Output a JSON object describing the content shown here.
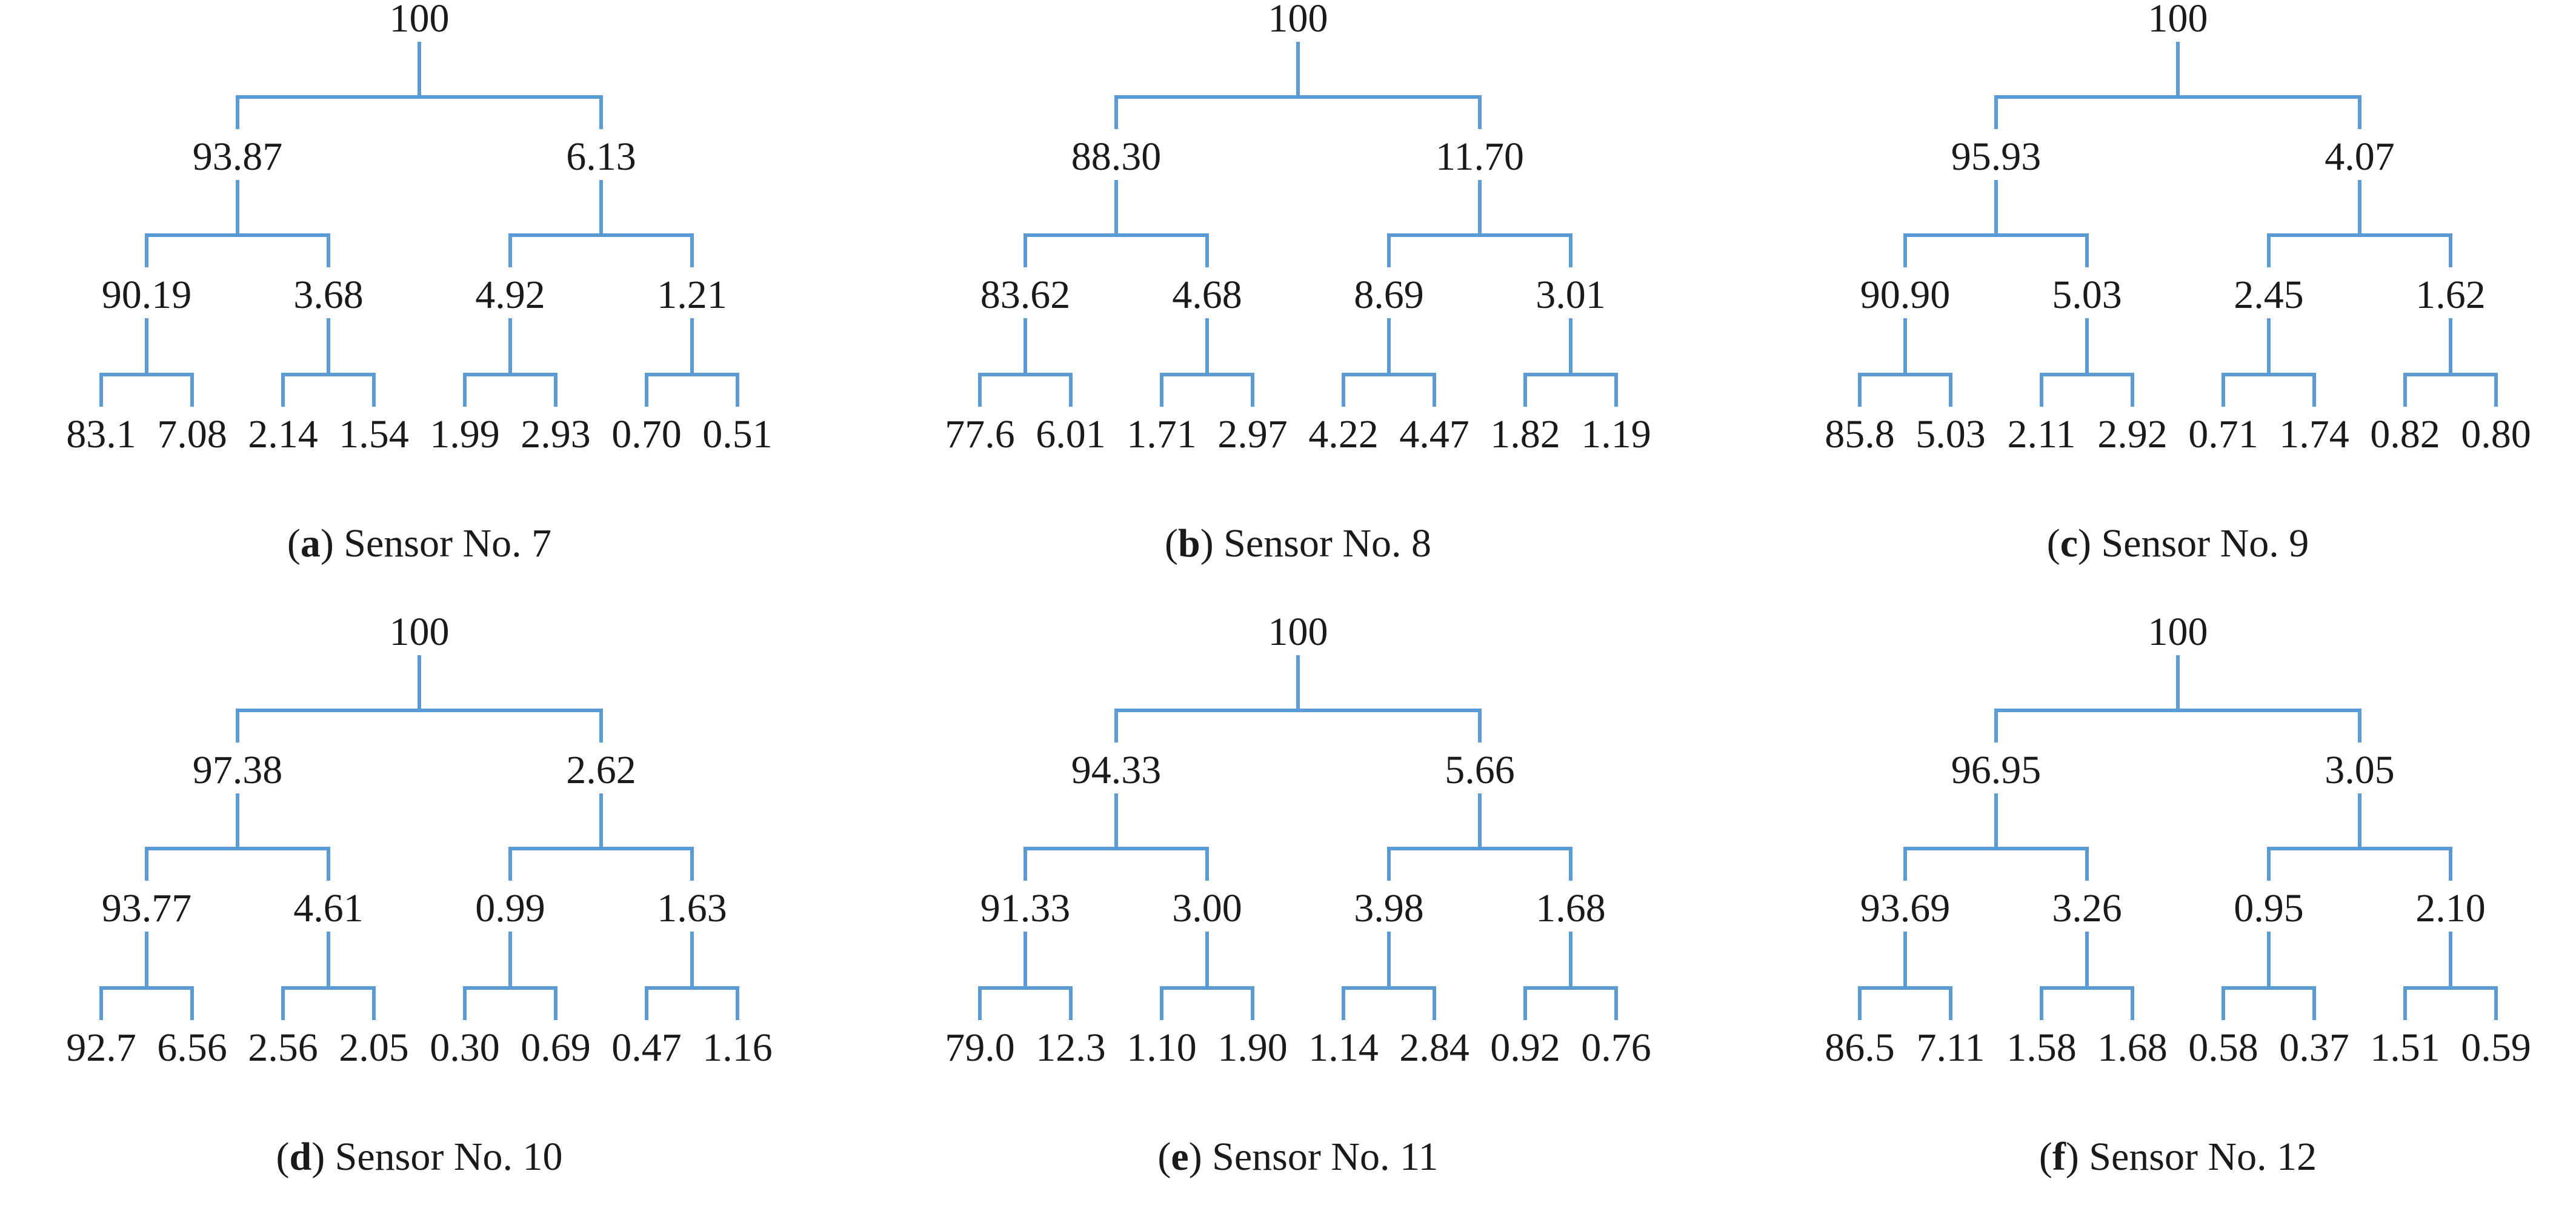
{
  "panels": [
    {
      "letter": "a",
      "caption": " Sensor No. 7",
      "levels": [
        [
          "100"
        ],
        [
          "93.87",
          "6.13"
        ],
        [
          "90.19",
          "3.68",
          "4.92",
          "1.21"
        ],
        [
          "83.1",
          "7.08",
          "2.14",
          "1.54",
          "1.99",
          "2.93",
          "0.70",
          "0.51"
        ]
      ]
    },
    {
      "letter": "b",
      "caption": " Sensor No. 8",
      "levels": [
        [
          "100"
        ],
        [
          "88.30",
          "11.70"
        ],
        [
          "83.62",
          "4.68",
          "8.69",
          "3.01"
        ],
        [
          "77.6",
          "6.01",
          "1.71",
          "2.97",
          "4.22",
          "4.47",
          "1.82",
          "1.19"
        ]
      ]
    },
    {
      "letter": "c",
      "caption": " Sensor No. 9",
      "levels": [
        [
          "100"
        ],
        [
          "95.93",
          "4.07"
        ],
        [
          "90.90",
          "5.03",
          "2.45",
          "1.62"
        ],
        [
          "85.8",
          "5.03",
          "2.11",
          "2.92",
          "0.71",
          "1.74",
          "0.82",
          "0.80"
        ]
      ]
    },
    {
      "letter": "d",
      "caption": " Sensor No. 10",
      "levels": [
        [
          "100"
        ],
        [
          "97.38",
          "2.62"
        ],
        [
          "93.77",
          "4.61",
          "0.99",
          "1.63"
        ],
        [
          "92.7",
          "6.56",
          "2.56",
          "2.05",
          "0.30",
          "0.69",
          "0.47",
          "1.16"
        ]
      ]
    },
    {
      "letter": "e",
      "caption": " Sensor No. 11",
      "levels": [
        [
          "100"
        ],
        [
          "94.33",
          "5.66"
        ],
        [
          "91.33",
          "3.00",
          "3.98",
          "1.68"
        ],
        [
          "79.0",
          "12.3",
          "1.10",
          "1.90",
          "1.14",
          "2.84",
          "0.92",
          "0.76"
        ]
      ]
    },
    {
      "letter": "f",
      "caption": " Sensor No. 12",
      "levels": [
        [
          "100"
        ],
        [
          "96.95",
          "3.05"
        ],
        [
          "93.69",
          "3.26",
          "0.95",
          "2.10"
        ],
        [
          "86.5",
          "7.11",
          "1.58",
          "1.68",
          "0.58",
          "0.37",
          "1.51",
          "0.59"
        ]
      ]
    }
  ],
  "colors": {
    "edge": "#5b9bd5",
    "text": "#1a1a1a"
  }
}
